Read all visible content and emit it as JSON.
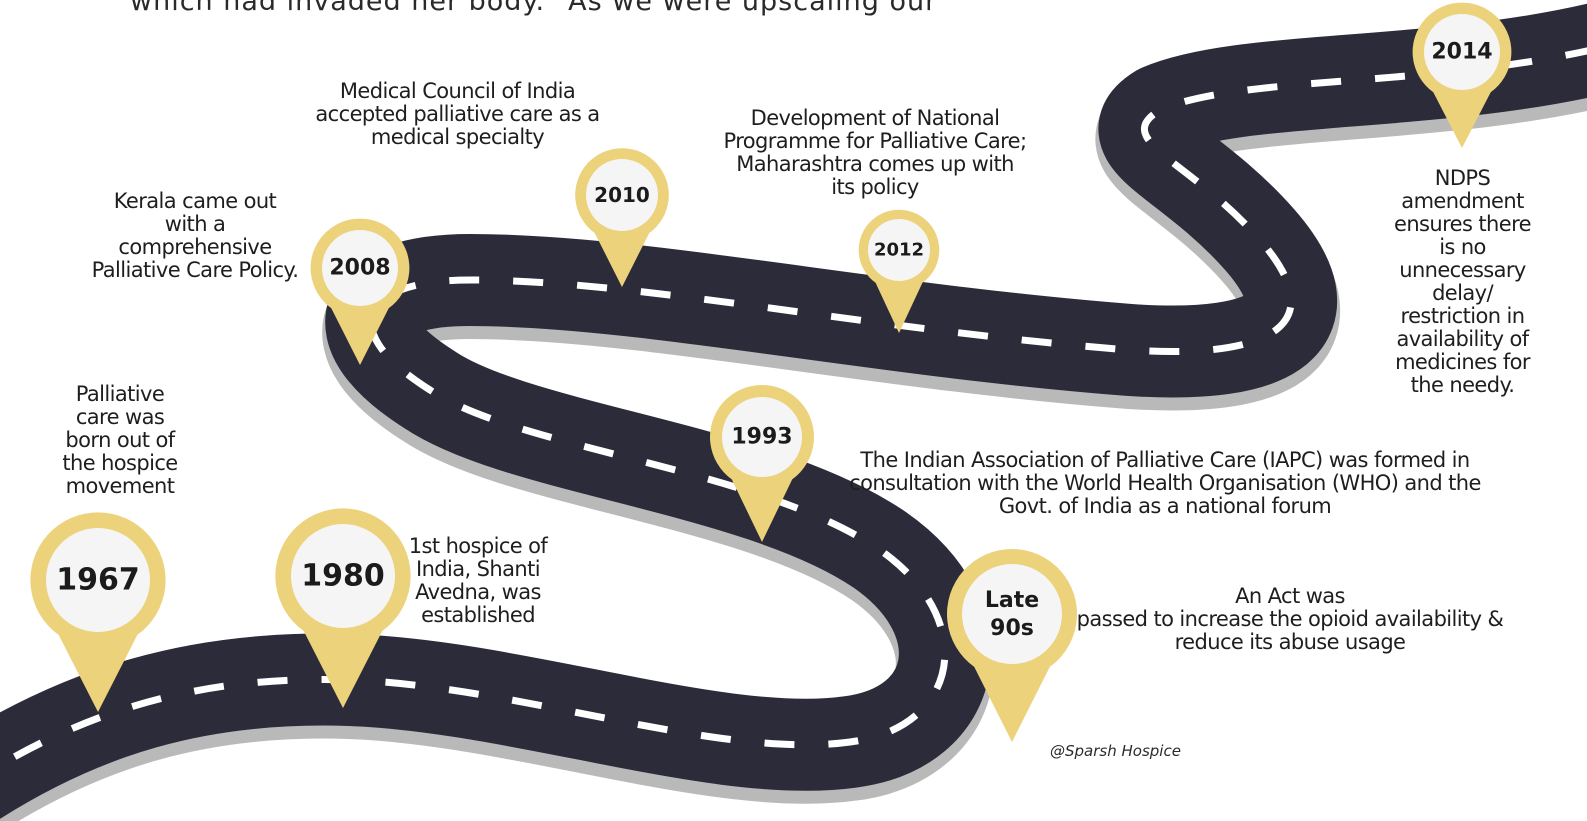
{
  "top_text": "which had invaded her body.\"   As we were upscaling our",
  "credit": "@Sparsh Hospice",
  "milestones": [
    {
      "year": "1967",
      "caption": [
        "Palliative",
        "care was",
        "born out of",
        "the hospice",
        "movement"
      ]
    },
    {
      "year": "1980",
      "caption": [
        "1st hospice of",
        "India, Shanti",
        "Avedna, was",
        "established"
      ]
    },
    {
      "year": "2008",
      "caption": [
        "Kerala came out",
        "with a",
        "comprehensive",
        "Palliative Care Policy."
      ]
    },
    {
      "year": "2010",
      "caption": [
        "Medical Council of India",
        "accepted palliative care as a",
        "medical specialty"
      ]
    },
    {
      "year": "1993",
      "caption": [
        "The Indian Association of Palliative Care (IAPC) was formed in",
        "consultation with the World Health Organisation (WHO) and the",
        "Govt. of India as a national forum"
      ]
    },
    {
      "year": "2012",
      "caption": [
        "Development of National",
        "Programme for Palliative Care;",
        "Maharashtra comes up with",
        "its policy"
      ]
    },
    {
      "year": "Late 90s",
      "caption": [
        "An Act was",
        "passed to increase the opioid availability &",
        "reduce its abuse usage"
      ]
    },
    {
      "year": "2014",
      "caption": [
        "NDPS",
        "amendment",
        "ensures there",
        "is no",
        "unnecessary",
        "delay/",
        "restriction in",
        "availability of",
        "medicines for",
        "the needy."
      ]
    }
  ],
  "colors": {
    "road": "#2c2b3a",
    "road_edge": "#b9b9b9",
    "road_side": "#e2e2e2",
    "dash": "#ffffff",
    "pin": "#ecd27a",
    "pin_face": "#f5f5f5"
  }
}
